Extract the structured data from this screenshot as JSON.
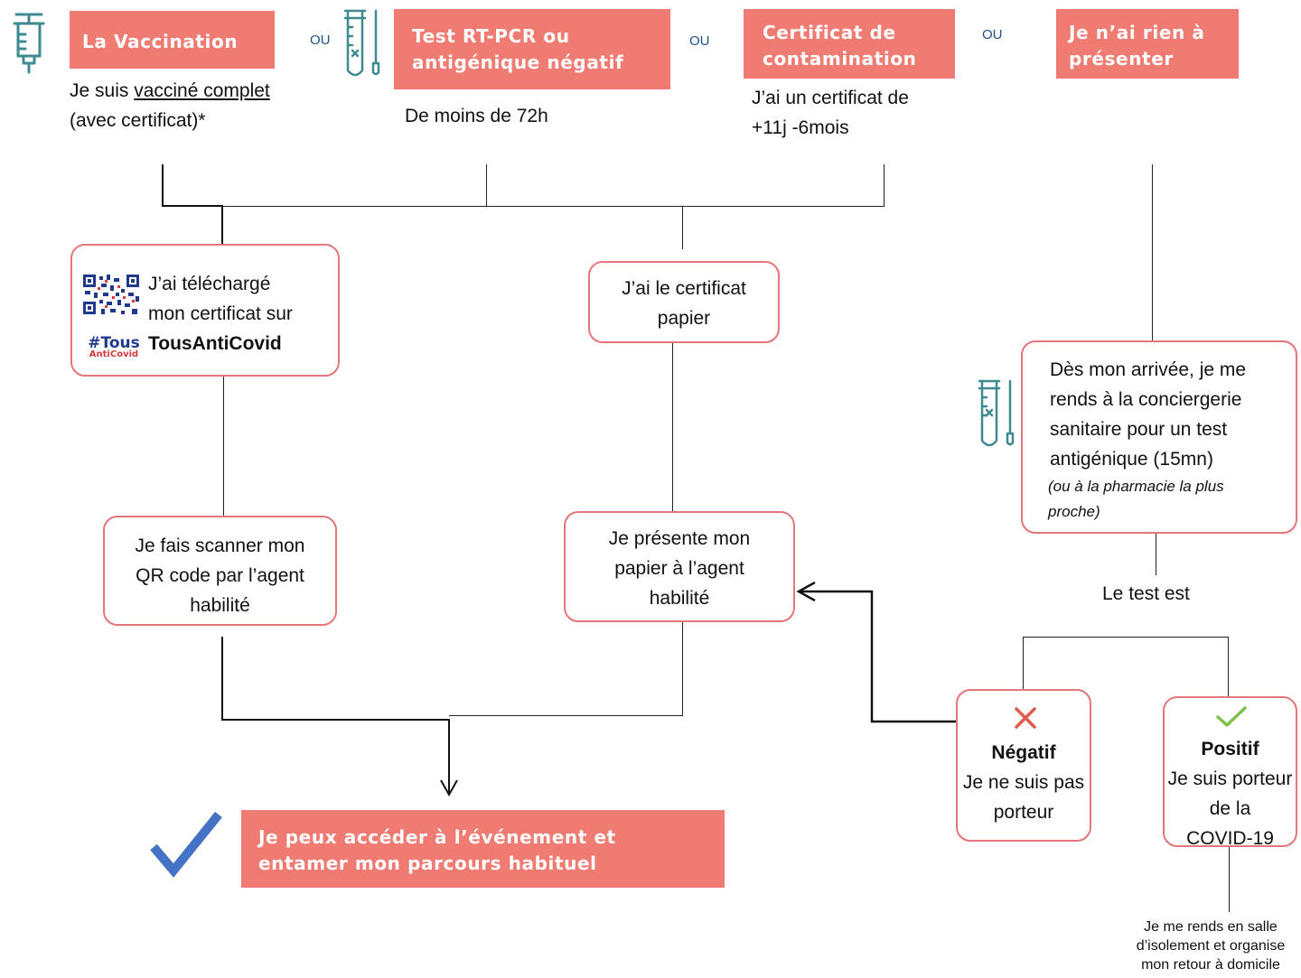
{
  "header": {
    "vaccination": {
      "title": "La Vaccination",
      "desc_prefix": "Je suis ",
      "desc_underlined": "vacciné complet",
      "desc_line2": "(avec certificat)*"
    },
    "test": {
      "title_line1": "Test RT-PCR ou",
      "title_line2": "antigénique négatif",
      "desc": "De moins de 72h"
    },
    "certificate": {
      "title_line1": "Certificat de",
      "title_line2": "contamination",
      "desc_line1": "J’ai un certificat de",
      "desc_line2": "+11j -6mois"
    },
    "nothing": {
      "title_line1": "Je n’ai rien à",
      "title_line2": "présenter"
    },
    "or_label": "OU"
  },
  "boxes": {
    "downloaded": {
      "line1": "J’ai téléchargé",
      "line2": "mon certificat sur",
      "app_name": "TousAntiCovid",
      "logo_hash": "#Tous",
      "logo_sub": "AntiCovid"
    },
    "paper": {
      "line1": "J’ai le certificat",
      "line2": "papier"
    },
    "scan": {
      "line1": "Je fais scanner mon",
      "line2": "QR code par l’agent",
      "line3": "habilité"
    },
    "present": {
      "line1": "Je présente mon",
      "line2": "papier à l’agent",
      "line3": "habilité"
    },
    "arrival": {
      "line1": "Dès mon arrivée, je  me",
      "line2": "rends à la conciergerie",
      "line3": "sanitaire pour un test",
      "line4": "antigénique (15mn)",
      "note_line1": "(ou à la pharmacie la plus",
      "note_line2": "proche)"
    },
    "test_is": "Le test est",
    "negative": {
      "title": "Négatif",
      "line1": "Je ne suis pas",
      "line2": "porteur"
    },
    "positive": {
      "title": "Positif",
      "line1": "Je suis porteur",
      "line2": "de la",
      "line3": "COVID-19"
    },
    "isolation": {
      "line1": "Je me rends en salle",
      "line2": "d’isolement et organise",
      "line3": "mon retour à domicile"
    }
  },
  "result": {
    "line1": "Je peux accéder à l’événement et",
    "line2": "entamer mon parcours habituel"
  },
  "icons": [
    "syringe-icon",
    "test-tube-icon",
    "qr-code-icon",
    "cross-icon",
    "check-icon",
    "big-check-icon"
  ],
  "colors": {
    "banner": "#F07B73",
    "box_border": "#E2767A",
    "icon_teal": "#3E8A8F",
    "or_blue": "#1f4e8c",
    "cross_red": "#E05A4F",
    "check_green": "#7DC24B",
    "big_check_blue": "#4472C4"
  }
}
